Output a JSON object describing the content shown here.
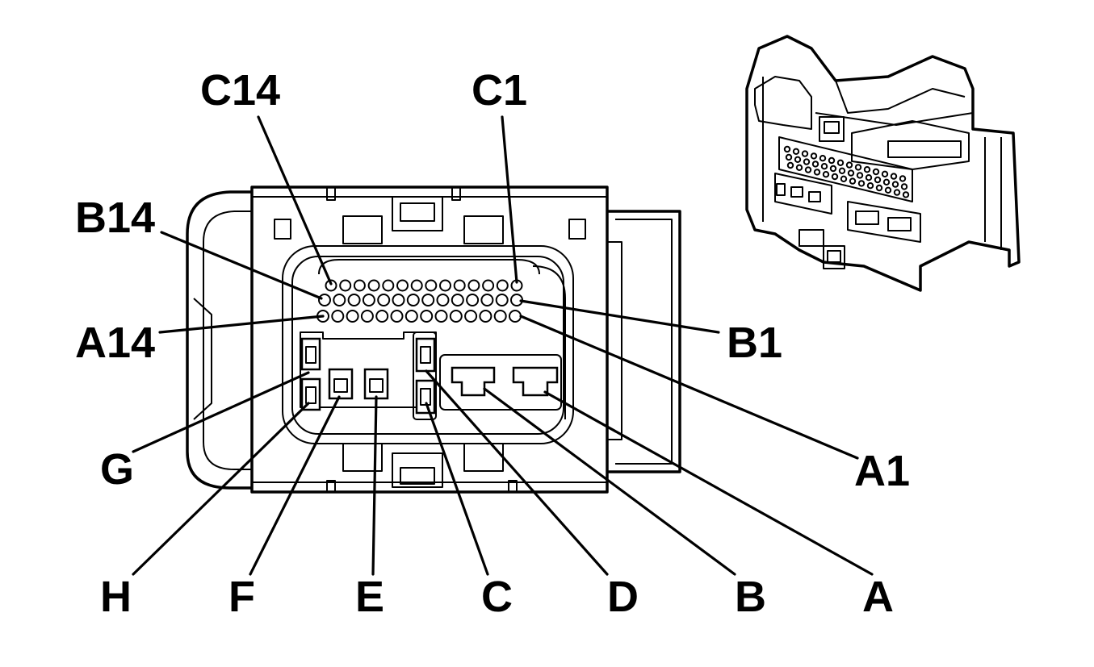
{
  "pin_labels": {
    "c14": "C14",
    "c1": "C1",
    "b14": "B14",
    "b1": "B1",
    "a14": "A14",
    "a1": "A1"
  },
  "cavity_labels": {
    "g": "G",
    "h": "H",
    "f": "F",
    "e": "E",
    "c": "C",
    "d": "D",
    "b": "B",
    "a": "A"
  },
  "pin_rows": {
    "row_c": 14,
    "row_b": 14,
    "row_a": 14
  }
}
